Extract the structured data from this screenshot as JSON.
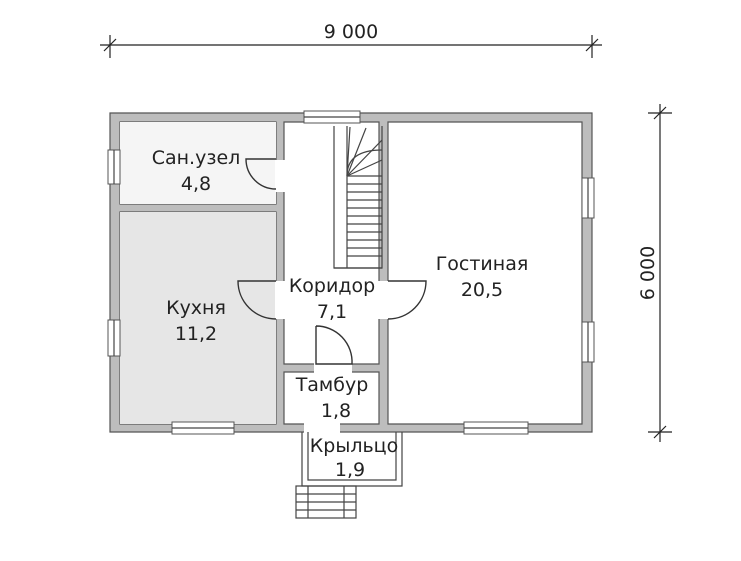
{
  "dimensions": {
    "width_label": "9 000",
    "height_label": "6 000"
  },
  "rooms": {
    "bathroom": {
      "name": "Сан.узел",
      "area": "4,8"
    },
    "kitchen": {
      "name": "Кухня",
      "area": "11,2"
    },
    "corridor": {
      "name": "Коридор",
      "area": "7,1"
    },
    "living": {
      "name": "Гостиная",
      "area": "20,5"
    },
    "vestibule": {
      "name": "Тамбур",
      "area": "1,8"
    },
    "porch": {
      "name": "Крыльцо",
      "area": "1,9"
    }
  },
  "colors": {
    "kitchen_fill": "#e6e6e6",
    "bathroom_fill": "#f5f5f5",
    "wall_fill": "#bdbdbd"
  }
}
